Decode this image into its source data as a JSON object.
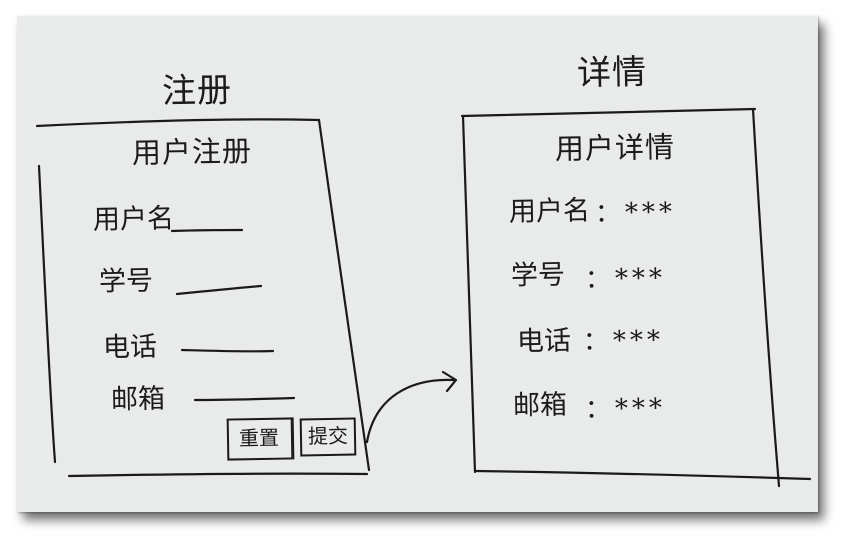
{
  "register": {
    "page_title": "注册",
    "form_title": "用户注册",
    "fields": [
      {
        "label": "用户名"
      },
      {
        "label": "学号"
      },
      {
        "label": "电话"
      },
      {
        "label": "邮箱"
      }
    ],
    "reset_label": "重置",
    "submit_label": "提交"
  },
  "details": {
    "page_title": "详情",
    "panel_title": "用户详情",
    "rows": [
      {
        "label": "用户名",
        "value": "：***"
      },
      {
        "label": "学号",
        "value": "：***"
      },
      {
        "label": "电话",
        "value": "：***"
      },
      {
        "label": "邮箱",
        "value": "：***"
      }
    ]
  }
}
